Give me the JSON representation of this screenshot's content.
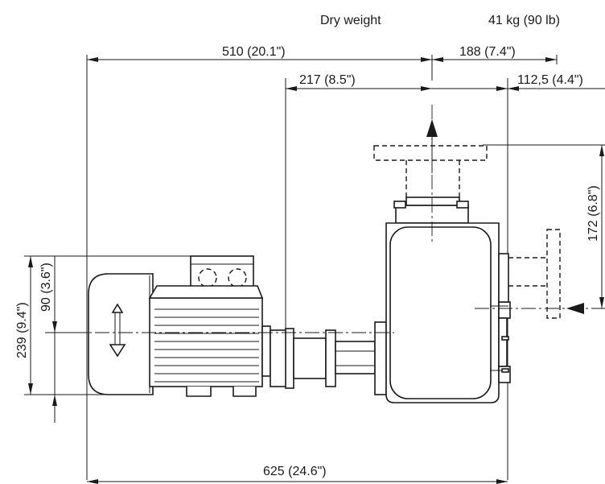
{
  "header": {
    "dry_weight_label": "Dry weight",
    "dry_weight_value": "41 kg (90 lb)"
  },
  "dimensions": {
    "overall_length_to_port": "510 (20.1\")",
    "port_to_outlet_flange": "188 (7.4\")",
    "coupling_to_port": "217 (8.5\")",
    "port_to_inlet": "112,5 (4.4\")",
    "inlet_height": "172 (6.8\")",
    "total_height": "239 (9.4\")",
    "shaft_height": "90 (3.6\")",
    "overall_length": "625 (24.6\")"
  },
  "colors": {
    "line": "#1a1a1a",
    "background": "#ffffff"
  }
}
